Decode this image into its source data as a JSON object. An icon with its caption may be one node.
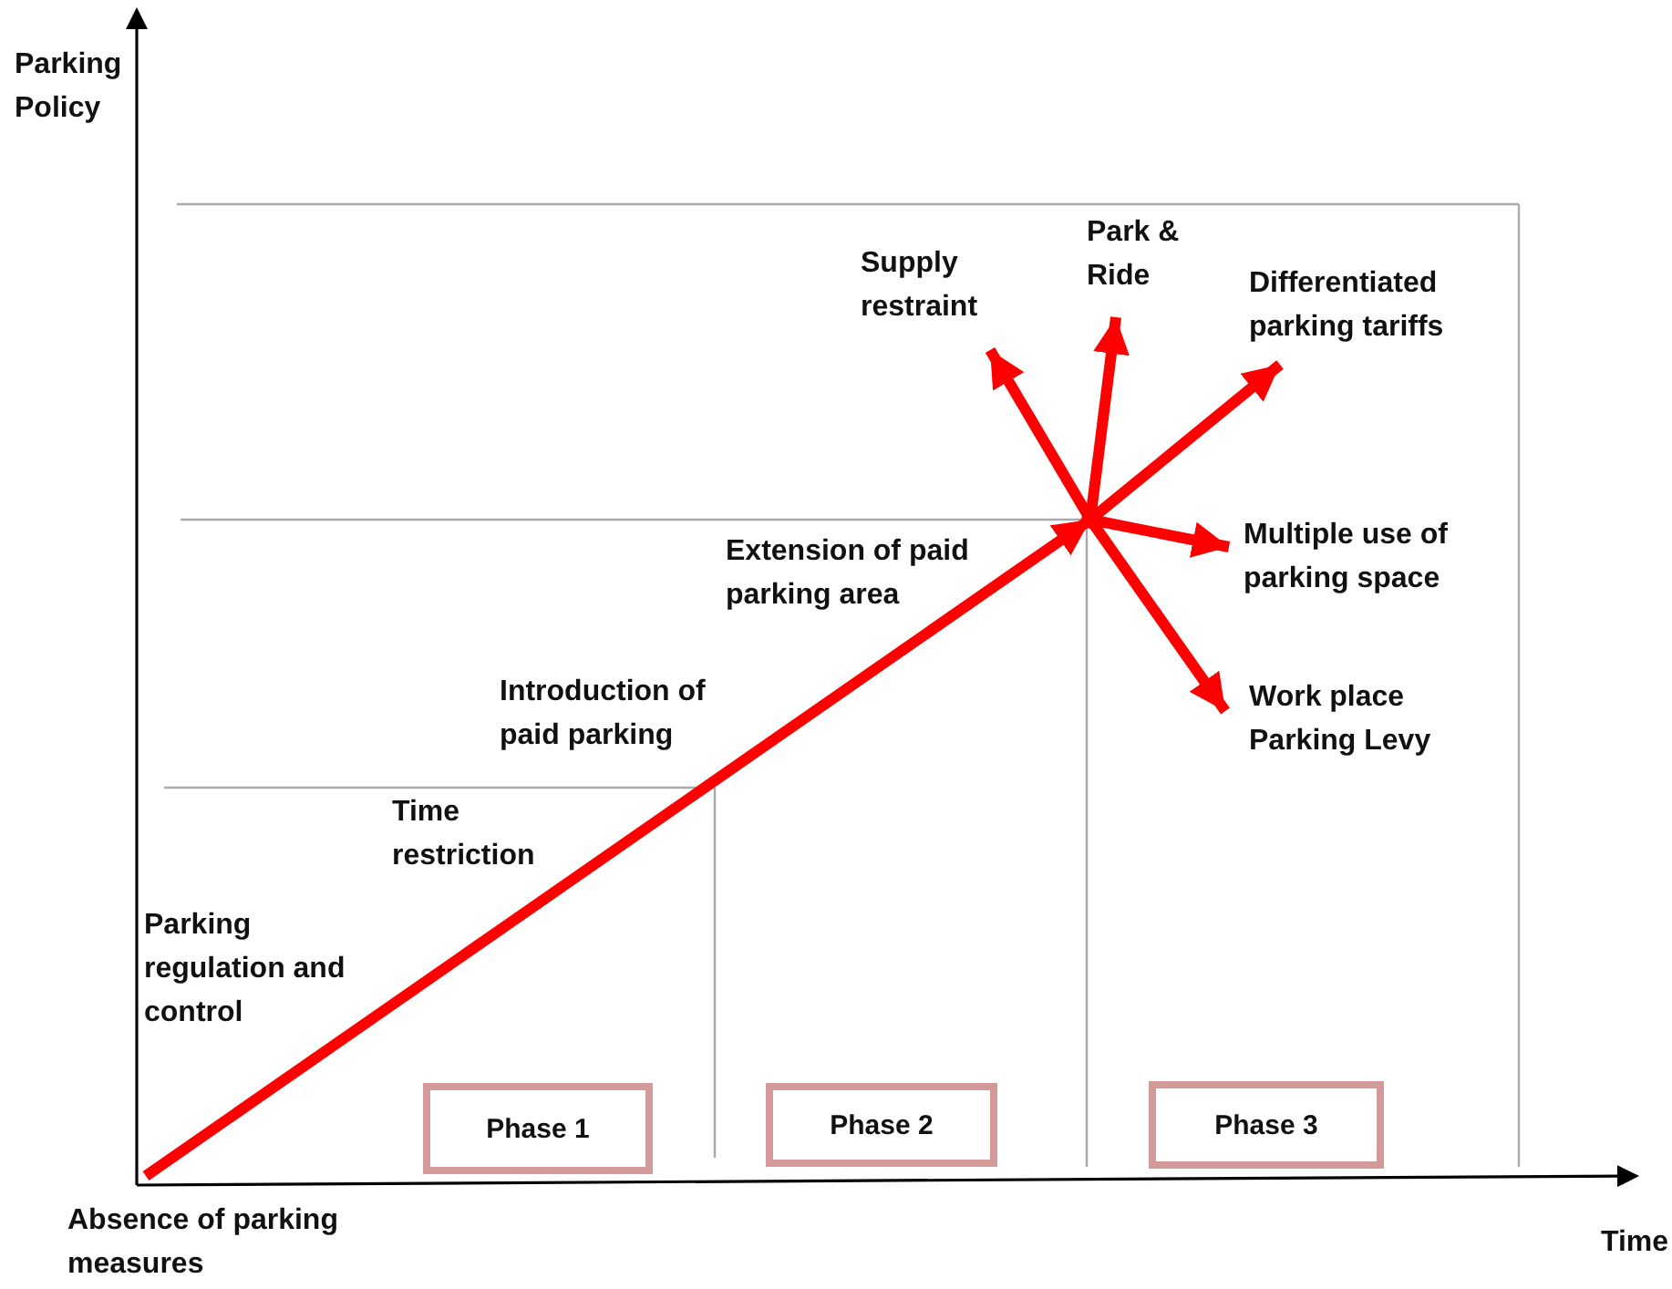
{
  "diagram": {
    "nodes": [
      {
        "text": [
          "Absence of parking measures"
        ]
      },
      {
        "text": [],
        "shape": "point"
      },
      {
        "text": [
          "Supply restraint"
        ]
      },
      {
        "text": [
          "Park & Ride"
        ]
      },
      {
        "text": [
          "Differentiated parking tariffs"
        ]
      },
      {
        "text": [
          "Multiple use of parking space"
        ]
      },
      {
        "text": [
          "Work place Parking Levy"
        ]
      },
      {
        "text": [
          "Phase 1"
        ]
      },
      {
        "text": [
          "Phase 2"
        ]
      },
      {
        "text": [
          "Phase 3"
        ]
      }
    ],
    "edges": [
      {
        "from": 0,
        "to": 1,
        "arrow": "to"
      },
      {
        "from": 1,
        "to": 2,
        "arrow": "to"
      },
      {
        "from": 1,
        "to": 3,
        "arrow": "to"
      },
      {
        "from": 1,
        "to": 4,
        "arrow": "to"
      },
      {
        "from": 1,
        "to": 5,
        "arrow": "to"
      },
      {
        "from": 1,
        "to": 6,
        "arrow": "to"
      }
    ],
    "labels": [
      "Parking Policy",
      "Parking regulation and control",
      "Time restriction",
      "Introduction of paid parking",
      "Extension of paid parking area",
      "Time"
    ]
  }
}
